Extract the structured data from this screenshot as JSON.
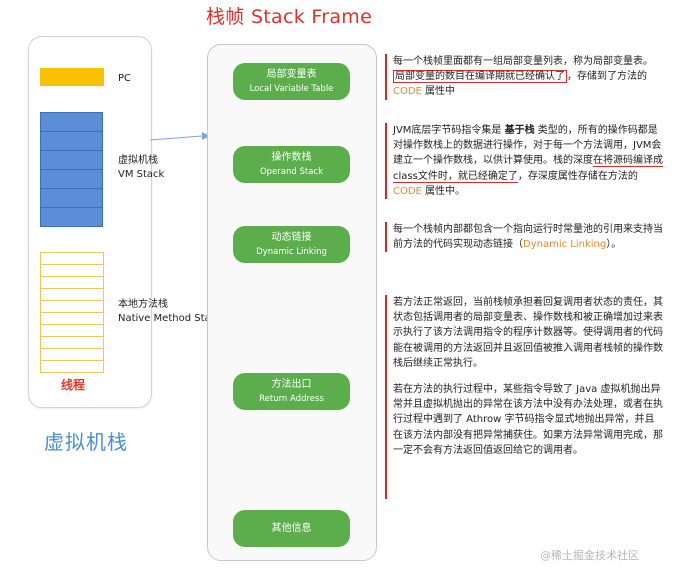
{
  "title": "栈帧 Stack Frame",
  "thread": {
    "pc_label": "PC",
    "vm_stack_label_cn": "虚拟机栈",
    "vm_stack_label_en": "VM Stack",
    "native_stack_label_cn": "本地方法栈",
    "native_stack_label_en": "Native Method Stack",
    "thread_label": "线程",
    "caption": "虚拟机栈",
    "colors": {
      "pc": "#f9c100",
      "vm_stack": "#5b8ed6",
      "native_stack": "#f2c75a",
      "thread": "#e03a2a"
    }
  },
  "frame": {
    "items": [
      {
        "cn": "局部变量表",
        "en": "Local Variable Table"
      },
      {
        "cn": "操作数栈",
        "en": "Operand Stack"
      },
      {
        "cn": "动态链接",
        "en": "Dynamic Linking"
      },
      {
        "cn": "方法出口",
        "en": "Return Address"
      },
      {
        "cn": "其他信息",
        "en": ""
      }
    ],
    "color": "#5cae4d"
  },
  "descriptions": {
    "local_vars": {
      "p1": "每一个栈帧里面都有一组局部变量列表，称为局部变量表。",
      "boxed": "局部变量的数目在编译期就已经确认了",
      "p2": "，存储到了方法的 ",
      "code": "CODE",
      "p3": " 属性中"
    },
    "operand": {
      "p1": "JVM底层字节码指令集是 ",
      "bold": "基于栈",
      "p2": " 类型的，所有的操作码都是对操作数栈上的数据进行操作，对于每一个方法调用，JVM会建立一个操作数栈，以供计算使用。栈的深度",
      "underlined": "在将源码编译成class文件时，就已经确定了",
      "p3": "，存深度属性存储在方法的 ",
      "code": "CODE",
      "p4": " 属性中。"
    },
    "dynamic": {
      "p1": "每一个栈帧内部都包含一个指向运行时常量池的引用来支持当前方法的代码实现动态链接（",
      "hl": "Dynamic Linking",
      "p2": "）。"
    },
    "return_normal": "若方法正常返回，当前栈帧承担着回复调用者状态的责任，其状态包括调用者的局部变量表、操作数栈和被正确增加过来表示执行了该方法调用指令的程序计数器等。使得调用者的代码能在被调用的方法返回并且返回值被推入调用者栈帧的操作数栈后继续正常执行。",
    "return_exception": "若在方法的执行过程中，某些指令导致了 Java 虚拟机抛出异常并且虚拟机抛出的异常在该方法中没有办法处理，或者在执行过程中遇到了 Athrow 字节码指令显式地抛出异常，并且在该方法内部没有把异常捕获住。如果方法异常调用完成，那一定不会有方法返回值返回给它的调用者。"
  },
  "watermark": "@稀土掘金技术社区"
}
